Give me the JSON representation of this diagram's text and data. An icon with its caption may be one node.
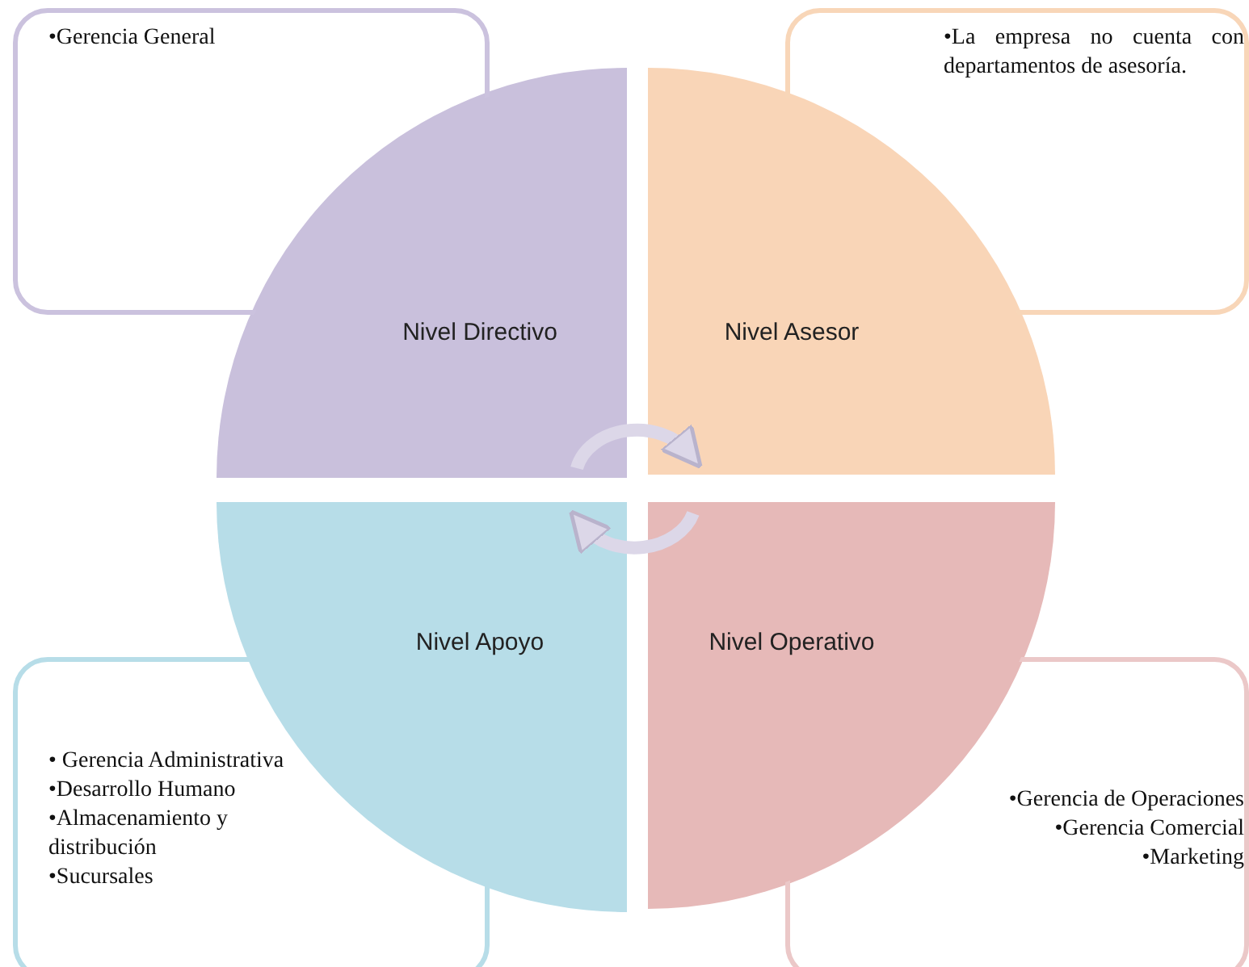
{
  "diagram": {
    "nodes": [
      {
        "text": [
          "•Gerencia General"
        ]
      },
      {
        "text": [
          "•La empresa no cuenta con departamentos de asesoría."
        ]
      },
      {
        "text": [
          "Nivel Directivo"
        ]
      },
      {
        "text": [
          "Nivel Asesor"
        ]
      },
      {
        "text": [
          "Nivel Apoyo"
        ]
      },
      {
        "text": [
          "Nivel Operativo"
        ]
      },
      {
        "text": [
          "• Gerencia Administrativa",
          "•Desarrollo Humano",
          "•Almacenamiento y distribución",
          "•Sucursales"
        ]
      },
      {
        "text": [
          "•Gerencia de Operaciones",
          "•Gerencia Comercial",
          "•Marketing"
        ]
      }
    ],
    "edges": [
      {
        "from": 2,
        "to": 3,
        "arrow": "to"
      },
      {
        "from": 5,
        "to": 4,
        "arrow": "to"
      }
    ]
  }
}
